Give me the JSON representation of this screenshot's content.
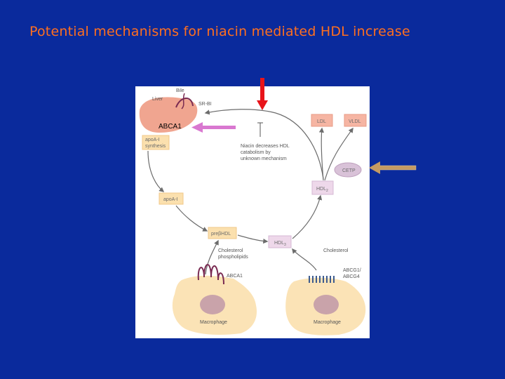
{
  "title": "Potential mechanisms for niacin mediated  HDL increase",
  "figure": {
    "liver": "Liver",
    "bile": "Bile",
    "sr_bi": "SR-BI",
    "abca1_overlay": "ABCA1",
    "apoa1_synthesis_line1": "apoA-I",
    "apoa1_synthesis_line2": "synthesis",
    "apoa1": "apoA-I",
    "prebeta_hdl": "preβHDL",
    "hdl3": "HDL",
    "hdl3_sub": "3",
    "hdl2": "HDL",
    "hdl2_sub": "2",
    "ldl": "LDL",
    "vldl": "VLDL",
    "cetp": "CETP",
    "niacin_note_line1": "Niacin decreases HDL",
    "niacin_note_line2": "catabolism by",
    "niacin_note_line3": "unknown mechanism",
    "cholesterol_phospholipids_line1": "Cholesterol",
    "cholesterol_phospholipids_line2": "phospholipids",
    "cholesterol": "Cholesterol",
    "abca1_transporter": "ABCA1",
    "abcg_line1": "ABCG1/",
    "abcg_line2": "ABCG4",
    "macrophage_left": "Macrophage",
    "macrophage_right": "Macrophage"
  },
  "colors": {
    "background": "#0a2a9c",
    "title": "#ff6f1f",
    "red_arrow": "#e8141a",
    "pink_arrow": "#d978d0",
    "tan_arrow": "#c49a63",
    "box_fill": "#fbe0ae",
    "box_stroke": "#f0c88a",
    "liver_fill": "#f0a590",
    "cell_fill": "#fbe3b6",
    "nucleus_fill": "#c9a3aa",
    "hdl_box_fill": "#eed8ea",
    "lipo_box_fill": "#f6b5a3",
    "cetp_fill": "#d9c2d8",
    "transporter": "#7a2b52",
    "transporter_blue": "#3d5b8f"
  }
}
